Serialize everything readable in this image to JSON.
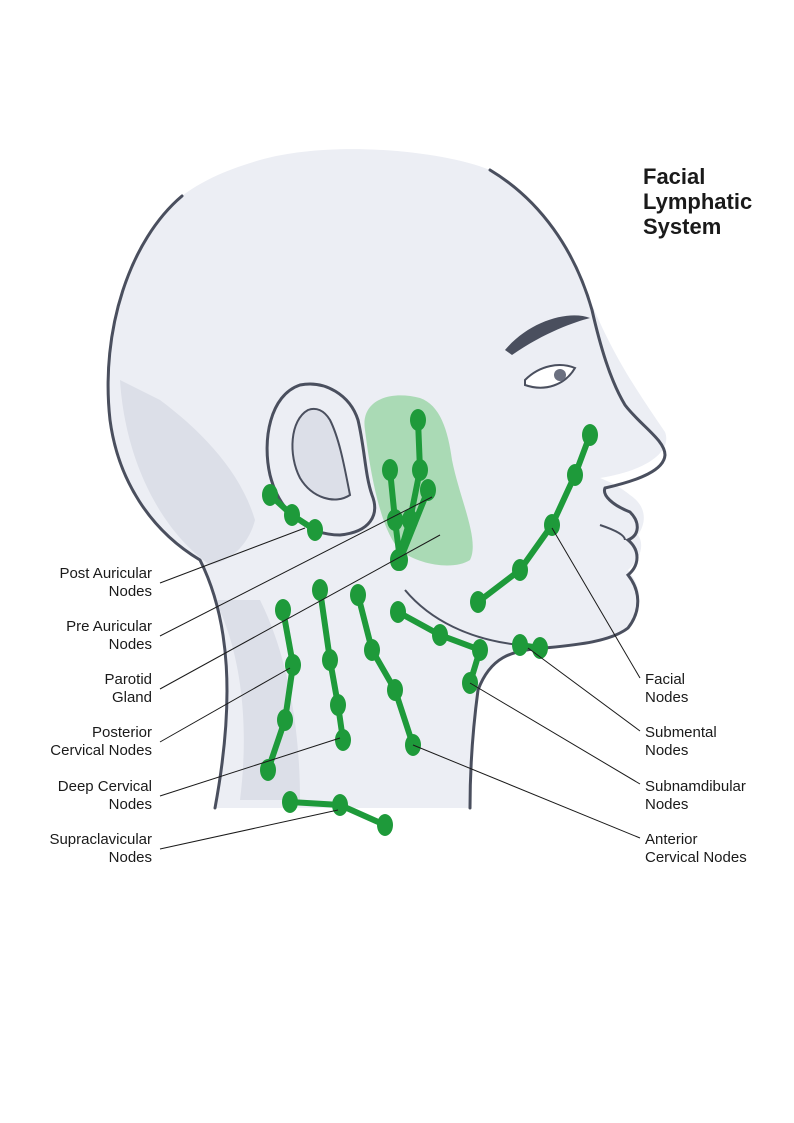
{
  "title": {
    "line1": "Facial",
    "line2": "Lymphatic",
    "line3": "System"
  },
  "colors": {
    "node": "#1e9a3a",
    "parotid": "#8fd19a",
    "skin": "#eceef4",
    "shade": "#dcdfe8",
    "outline": "#4a4f5e",
    "text": "#1a1a1a"
  },
  "labels": {
    "post_auricular": {
      "line1": "Post Auricular",
      "line2": "Nodes"
    },
    "pre_auricular": {
      "line1": "Pre Auricular",
      "line2": "Nodes"
    },
    "parotid": {
      "line1": "Parotid",
      "line2": "Gland"
    },
    "posterior_cervical": {
      "line1": "Posterior",
      "line2": "Cervical Nodes"
    },
    "deep_cervical": {
      "line1": "Deep Cervical",
      "line2": "Nodes"
    },
    "supraclavicular": {
      "line1": "Supraclavicular",
      "line2": "Nodes"
    },
    "facial": {
      "line1": "Facial",
      "line2": "Nodes"
    },
    "submental": {
      "line1": "Submental",
      "line2": "Nodes"
    },
    "submandibular": {
      "line1": "Subnamdibular",
      "line2": "Nodes"
    },
    "anterior_cervical": {
      "line1": "Anterior",
      "line2": "Cervical Nodes"
    }
  }
}
